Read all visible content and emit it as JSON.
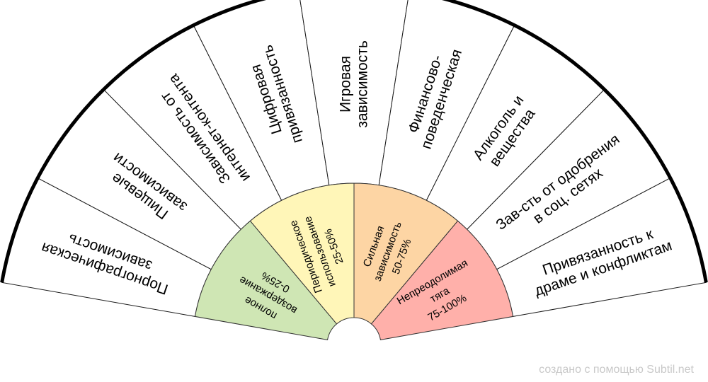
{
  "sectors": [
    {
      "id": "porn",
      "lines": [
        "Порнографическая",
        "зависимость"
      ]
    },
    {
      "id": "food",
      "lines": [
        "Пищевые",
        "зависимости"
      ]
    },
    {
      "id": "internet",
      "lines": [
        "Зависимость от",
        "интернет-контента"
      ]
    },
    {
      "id": "digital",
      "lines": [
        "Цифровая",
        "привязанность"
      ]
    },
    {
      "id": "gaming",
      "lines": [
        "Игровая",
        "зависимость"
      ]
    },
    {
      "id": "finance",
      "lines": [
        "Финансово-",
        "поведенческая"
      ]
    },
    {
      "id": "alcohol",
      "lines": [
        "Алкоголь и",
        "вещества"
      ]
    },
    {
      "id": "social",
      "lines": [
        "Зав-сть от одобрения",
        "в соц. сетях"
      ]
    },
    {
      "id": "drama",
      "lines": [
        "Привязанность к",
        "драме и конфликтам"
      ]
    }
  ],
  "zones": [
    {
      "id": "abstinence",
      "lines": [
        "полное",
        "воздержание",
        "0-25%"
      ],
      "color": "#cfe6b4"
    },
    {
      "id": "periodic",
      "lines": [
        "Периодическое",
        "использование",
        "25-50%"
      ],
      "color": "#fff6b8"
    },
    {
      "id": "strong",
      "lines": [
        "Сильная",
        "зависимость",
        "50-75%"
      ],
      "color": "#fdd5a4"
    },
    {
      "id": "irresistible",
      "lines": [
        "Непреодолимая",
        "тяга",
        "75-100%"
      ],
      "color": "#ffb0aa"
    }
  ],
  "credit": "создано с помощью Subtil.net"
}
